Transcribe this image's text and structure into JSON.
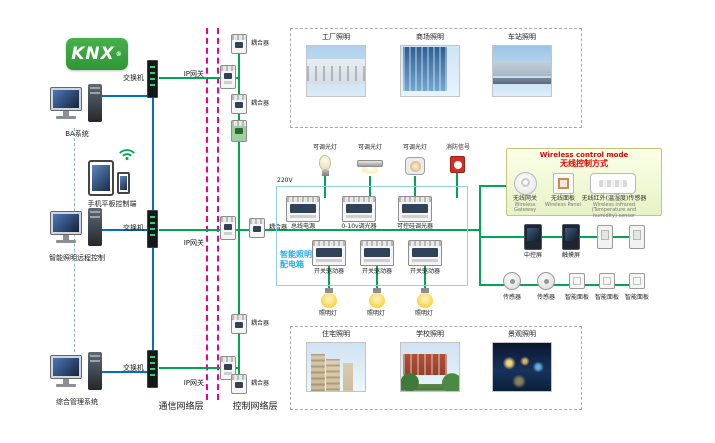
{
  "logo": {
    "text": "KNX",
    "reg": "®"
  },
  "left": {
    "pc_top": "BA系统",
    "mobile": "手机平板控制端",
    "pc_mid": "智能照明远程控制",
    "pc_bottom": "综合管理系统"
  },
  "net": {
    "switch": "交换机",
    "gateway": "IP网关",
    "coupler": "耦合器"
  },
  "layers": {
    "comm": "通信网络层",
    "ctrl": "控制网络层"
  },
  "scenarios": {
    "top": [
      {
        "label": "工厂照明"
      },
      {
        "label": "商场照明"
      },
      {
        "label": "车站照明"
      }
    ],
    "bottom": [
      {
        "label": "住宅照明"
      },
      {
        "label": "学校照明"
      },
      {
        "label": "景观照明"
      }
    ]
  },
  "fixtures": [
    {
      "label": "可调光灯"
    },
    {
      "label": "可调光灯"
    },
    {
      "label": "可调光灯"
    },
    {
      "label": "消防信号"
    }
  ],
  "dist_box": {
    "title_line1": "智能照明",
    "title_line2": "配电箱",
    "voltage": "220V",
    "row1": [
      {
        "label": "总线电源"
      },
      {
        "label": "0-10v调光器"
      },
      {
        "label": "可控硅调光器"
      }
    ],
    "row2": [
      {
        "label": "开关驱动器"
      },
      {
        "label": "开关驱动器"
      },
      {
        "label": "开关驱动器"
      }
    ],
    "lamps": [
      {
        "label": "照明灯"
      },
      {
        "label": "照明灯"
      },
      {
        "label": "照明灯"
      }
    ]
  },
  "wireless": {
    "title_en": "Wireless control mode",
    "title_zh": "无线控制方式",
    "items": [
      {
        "zh": "无线网关",
        "en": "Wireless Gateway"
      },
      {
        "zh": "无线面板",
        "en": "Wireless Panel"
      },
      {
        "zh": "无线红外(温湿度)传感器",
        "en": "Wireless infrared (Temperature and humidity) sensor"
      }
    ]
  },
  "right": {
    "row1": [
      {
        "label": "中控屏"
      },
      {
        "label": "触摸屏"
      }
    ],
    "row2": [
      {
        "label": "传感器"
      },
      {
        "label": "传感器"
      },
      {
        "label": "智能面板"
      },
      {
        "label": "智能面板"
      },
      {
        "label": "智能面板"
      }
    ]
  },
  "colors": {
    "bus_green": "#00a651",
    "lan_blue": "#0070c0",
    "layer_magenta": "#ec008c",
    "box_blue": "#29abe2",
    "alert_red": "#e60000"
  }
}
